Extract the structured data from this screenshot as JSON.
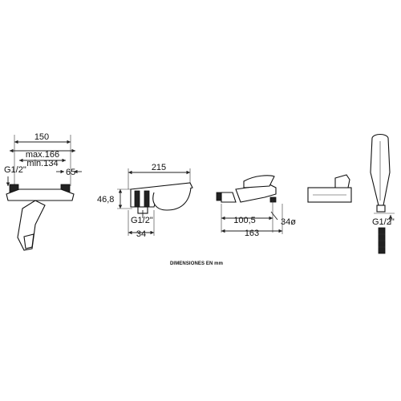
{
  "caption": "DIMENSIONES EN mm",
  "views": {
    "front": {
      "width": "150",
      "max": "max.166",
      "min": "min.134",
      "thread": "G1/2\"",
      "depth": "65"
    },
    "side": {
      "width": "215",
      "height": "46,8",
      "thread": "G1/2\"",
      "depth": "34"
    },
    "spout": {
      "reach": "100,5",
      "diameter": "34ø",
      "total": "163"
    },
    "shower": {
      "thread": "G1/2\""
    }
  },
  "colors": {
    "line": "#222222",
    "background": "#ffffff"
  }
}
